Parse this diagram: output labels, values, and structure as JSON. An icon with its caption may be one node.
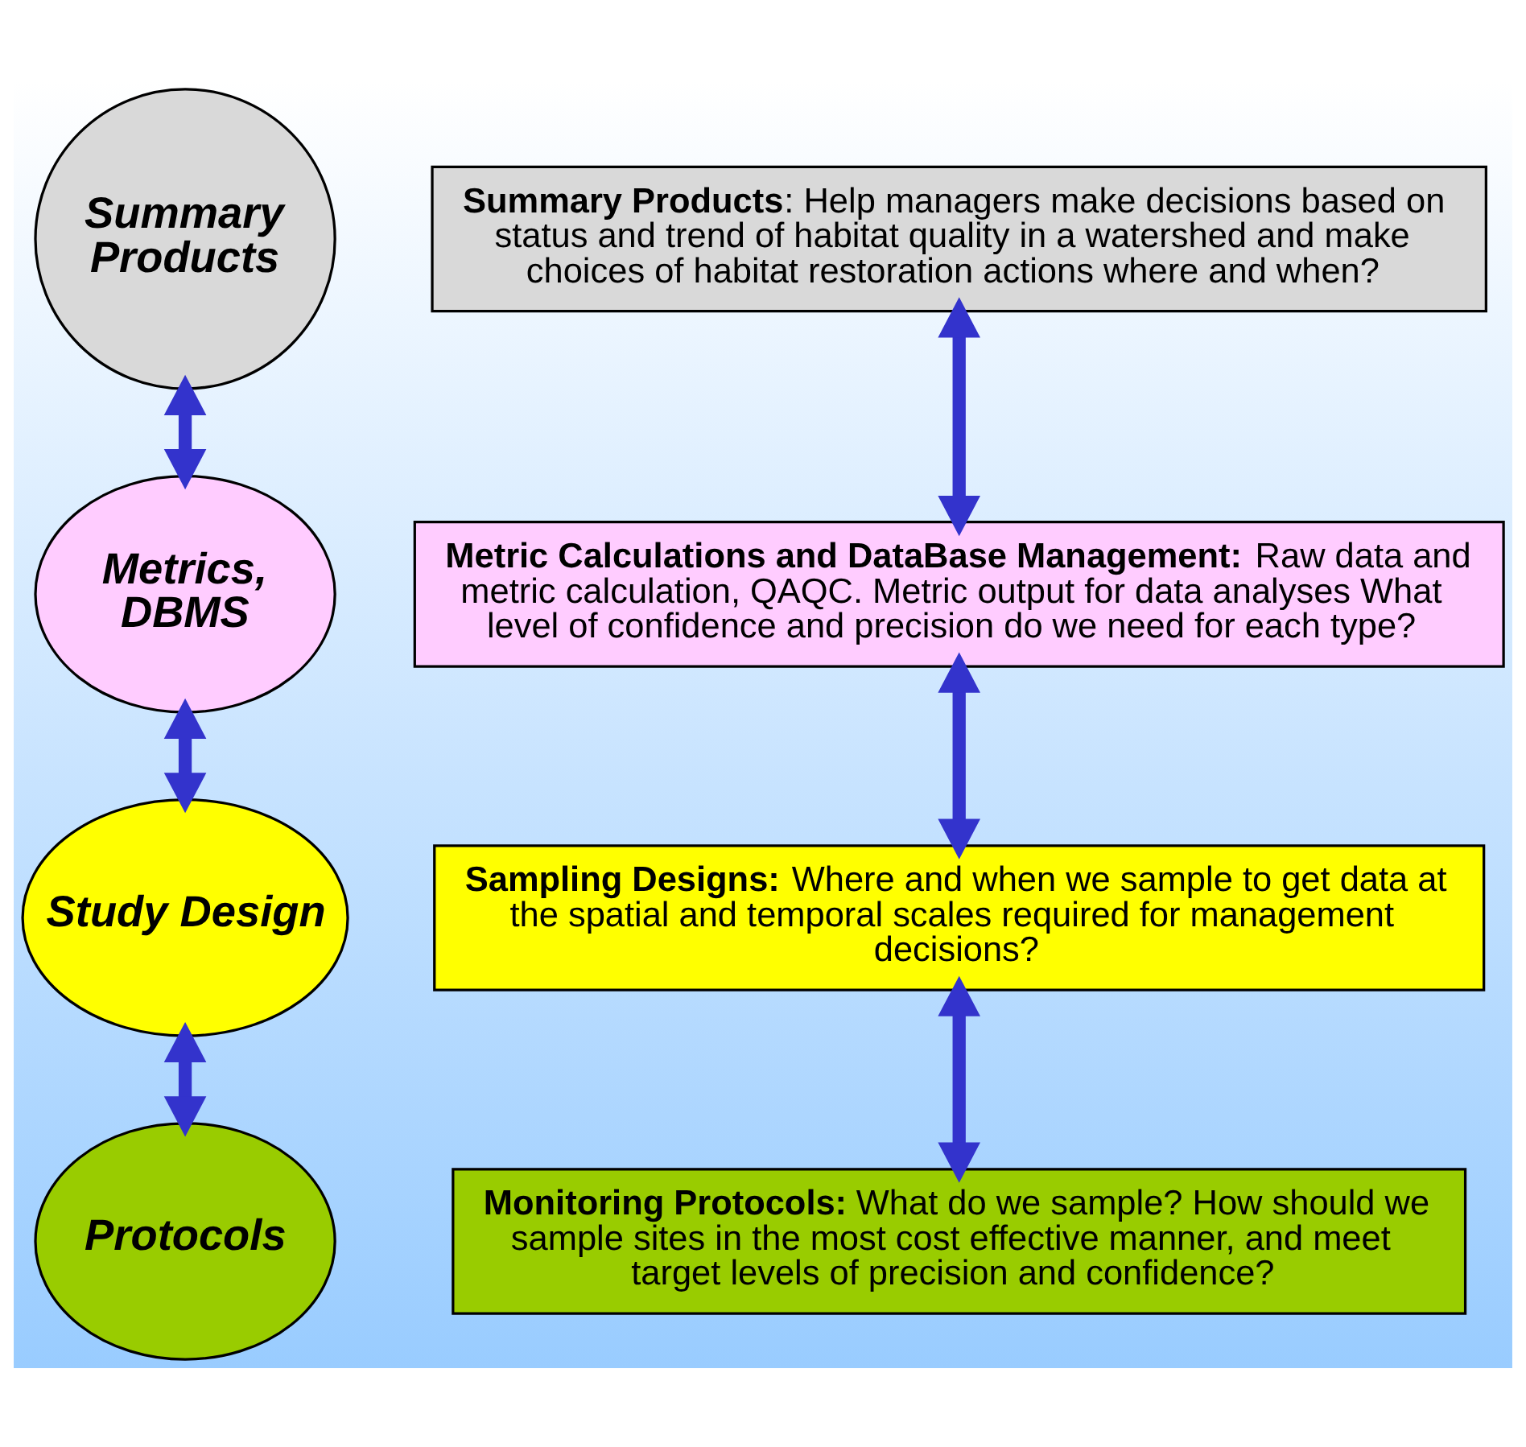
{
  "diagram": {
    "nodes": [
      {
        "text": [
          "Summary Products"
        ]
      },
      {
        "text": [
          "**Summary Products**: Help managers make decisions based on status and trend of habitat quality in a watershed and make choices of habitat restoration actions where and when?"
        ]
      },
      {
        "text": [
          "Metrics, DBMS"
        ]
      },
      {
        "text": [
          "**Metric Calculations and DataBase Management:** Raw data and metric calculation, QAQC. Metric output for data analyses What level of confidence and precision do we need for each type?"
        ]
      },
      {
        "text": [
          "Study Design"
        ]
      },
      {
        "text": [
          "**Sampling Designs:** Where and when we sample to get data at the spatial and temporal scales required for management decisions?"
        ]
      },
      {
        "text": [
          "Protocols"
        ]
      },
      {
        "text": [
          "**Monitoring Protocols:** What do we sample? How should we sample sites in the most cost effective manner, and meet target levels of precision and confidence?"
        ]
      }
    ],
    "edges": [
      {
        "from": 0,
        "to": 2,
        "arrow": "both"
      },
      {
        "from": 1,
        "to": 3,
        "arrow": "both"
      },
      {
        "from": 2,
        "to": 4,
        "arrow": "both"
      },
      {
        "from": 3,
        "to": 5,
        "arrow": "both"
      },
      {
        "from": 4,
        "to": 6,
        "arrow": "both"
      },
      {
        "from": 5,
        "to": 7,
        "arrow": "both"
      }
    ]
  }
}
